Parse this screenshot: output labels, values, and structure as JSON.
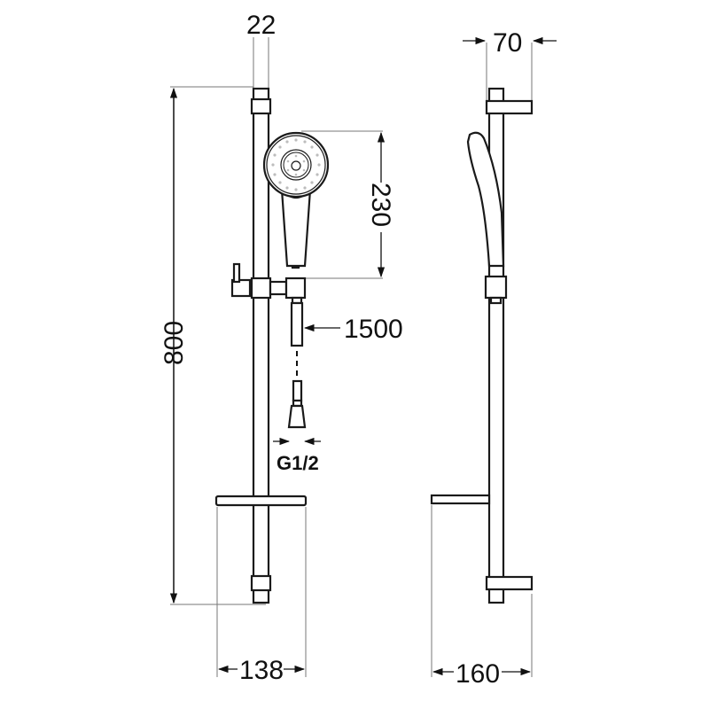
{
  "drawing": {
    "subject": "Shower slide rail set with hand shower and soap dish",
    "views": [
      "front-view",
      "side-view"
    ],
    "line_color": "#1a1a1a",
    "extension_line_color": "#777777",
    "background": "#ffffff"
  },
  "front_view": {
    "dimensions": {
      "rail_width": "22",
      "rail_height": "800",
      "hand_shower_length": "230",
      "hose_length": "1500",
      "connection_thread": "G1/2",
      "soap_dish_width": "138"
    }
  },
  "side_view": {
    "dimensions": {
      "bracket_depth": "70",
      "overall_depth": "160"
    }
  }
}
